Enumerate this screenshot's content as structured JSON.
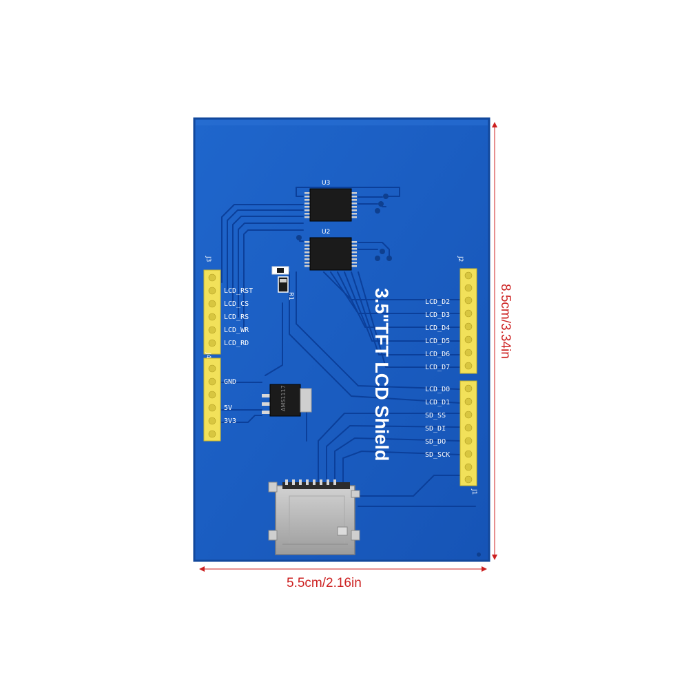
{
  "board": {
    "title": "3.5\"TFT LCD Shield",
    "chips": {
      "u3": "U3",
      "u2": "U2",
      "r1": "R1",
      "regulator_marking": "AMS1117"
    },
    "headers": {
      "j1": "J1",
      "j2": "J2",
      "j3": "J3",
      "j4": "J4"
    },
    "left_pins_top": [
      "LCD_RST",
      "LCD_CS",
      "LCD_RS",
      "LCD_WR",
      "LCD_RD"
    ],
    "left_pins_power": [
      "GND",
      "5V",
      "3V3"
    ],
    "right_pins_top": [
      "LCD_D2",
      "LCD_D3",
      "LCD_D4",
      "LCD_D5",
      "LCD_D6",
      "LCD_D7"
    ],
    "right_pins_bottom": [
      "LCD_D0",
      "LCD_D1",
      "SD_SS",
      "SD_DI",
      "SD_DO",
      "SD_SCK"
    ]
  },
  "dimensions": {
    "width": "5.5cm/2.16in",
    "height": "8.5cm/3.34in",
    "color": "#cc1f1f"
  },
  "colors": {
    "pcb": "#1a5fc4",
    "pcb_edge": "#12489c",
    "header": "#f2e15a",
    "sd_slot": "#b9b9b9"
  }
}
